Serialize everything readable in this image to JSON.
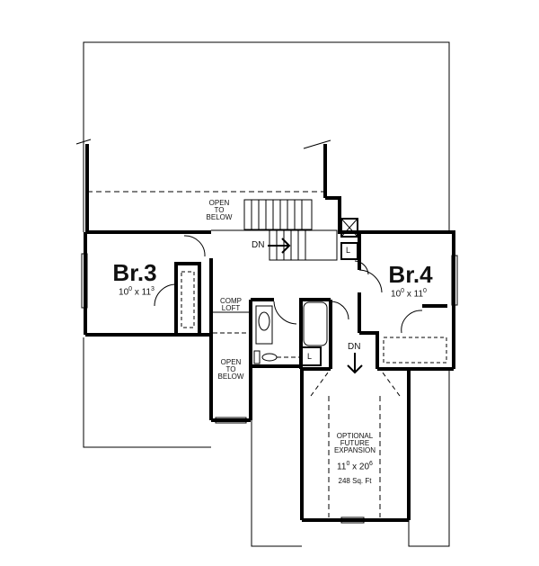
{
  "plan": {
    "rooms": [
      {
        "id": "br3",
        "name": "Br.3",
        "dim_w": "10",
        "dim_w_in": "0",
        "dim_l": "11",
        "dim_l_in": "3"
      },
      {
        "id": "br4",
        "name": "Br.4",
        "dim_w": "10",
        "dim_w_in": "0",
        "dim_l": "11",
        "dim_l_in": "0"
      }
    ],
    "labels": {
      "open_below_top": "OPEN\nTO\nBELOW",
      "open_below_left": "OPEN\nTO\nBELOW",
      "comp_loft": "COMP\nLOFT",
      "stair_dn": "DN",
      "stair_dn2": "DN",
      "linen1": "L",
      "linen2": "L",
      "expansion_title": "OPTIONAL\nFUTURE\nEXPANSION",
      "expansion_w": "11",
      "expansion_w_in": "0",
      "expansion_l": "20",
      "expansion_l_in": "6",
      "expansion_area": "248 Sq. Ft"
    }
  }
}
